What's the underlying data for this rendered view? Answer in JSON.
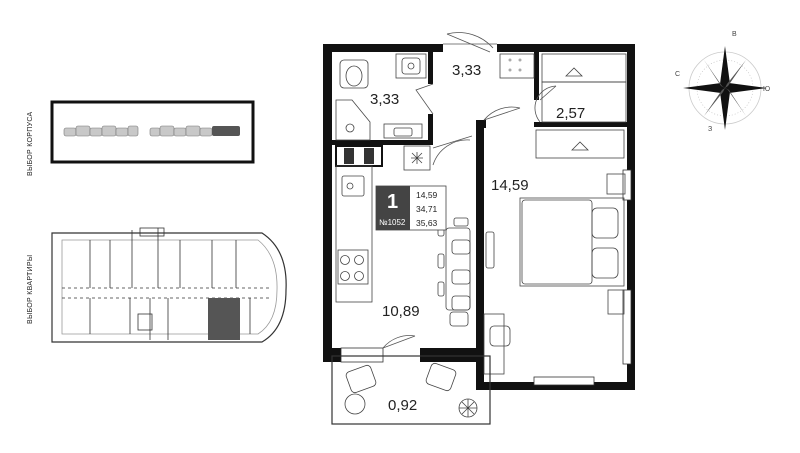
{
  "selectors": {
    "building_label": "ВЫБОР КОРПУСА",
    "apartment_label": "ВЫБОР КВАРТИРЫ"
  },
  "compass": {
    "north": "В",
    "east": "Ю",
    "south": "З",
    "west": "С"
  },
  "apartment": {
    "rooms": "1",
    "number": "№1052",
    "living_area": "14,59",
    "total_area": "34,71",
    "total_with_balcony": "35,63"
  },
  "room_areas": {
    "bathroom": "3,33",
    "hallway": "3,33",
    "wardrobe": "2,57",
    "bedroom": "14,59",
    "kitchen": "10,89",
    "balcony": "0,92"
  },
  "colors": {
    "wall": "#111111",
    "highlight": "#555555",
    "info_box": "#444444"
  }
}
